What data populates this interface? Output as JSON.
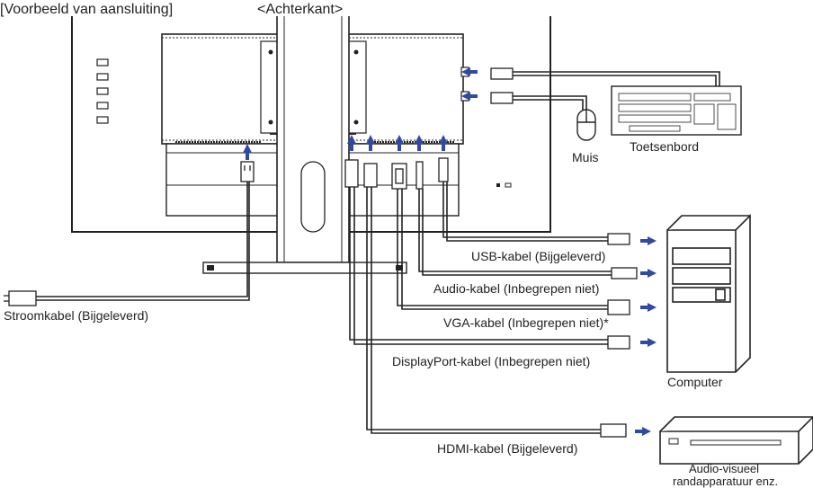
{
  "header": {
    "section_title": "[Voorbeeld van aansluiting]",
    "view_label": "<Achterkant>"
  },
  "peripherals": {
    "mouse": "Muis",
    "keyboard": "Toetsenbord",
    "computer": "Computer",
    "av_device_line1": "Audio-visueel",
    "av_device_line2": "randapparatuur enz."
  },
  "cables": {
    "power": "Stroomkabel (Bijgeleverd)",
    "usb": "USB-kabel (Bijgeleverd)",
    "audio": "Audio-kabel (Inbegrepen niet)",
    "vga": "VGA-kabel (Inbegrepen niet)*",
    "displayport": "DisplayPort-kabel (Inbegrepen niet)",
    "hdmi": "HDMI-kabel (Bijgeleverd)"
  },
  "colors": {
    "arrow": "#2f4aa0",
    "line": "#222222",
    "fill_light": "#ececec",
    "fill_dark": "#555555"
  }
}
